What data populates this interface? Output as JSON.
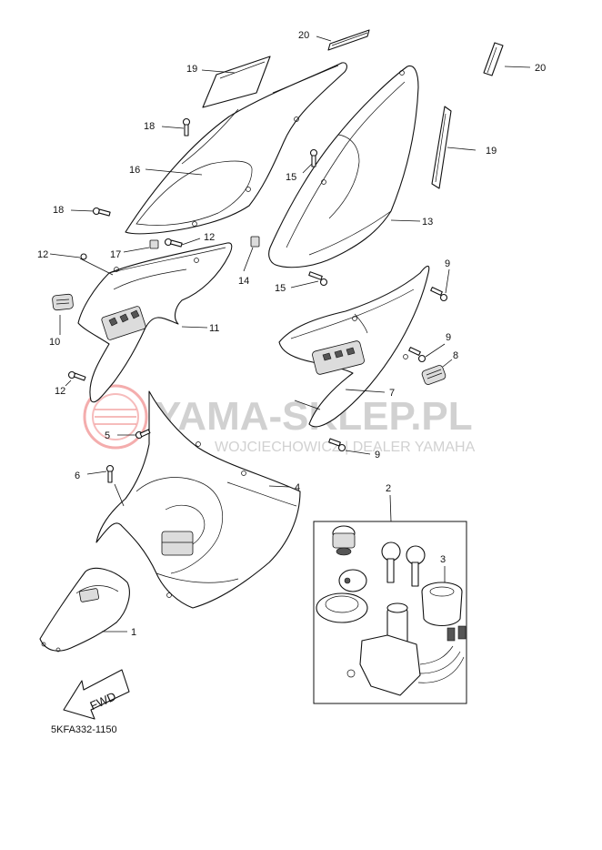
{
  "diagram_code": "5KFA332-1150",
  "arrow_label": "FWD",
  "watermark": {
    "title": "YAMA-SKLEP.PL",
    "subtitle": "WOJCIECHOWICZ | DEALER YAMAHA",
    "logo_color": "#e8504f",
    "text_color": "#c9c9c9"
  },
  "callouts": [
    {
      "id": "c1",
      "label": "1"
    },
    {
      "id": "c2",
      "label": "2"
    },
    {
      "id": "c3",
      "label": "3"
    },
    {
      "id": "c4",
      "label": "4"
    },
    {
      "id": "c5",
      "label": "5"
    },
    {
      "id": "c6",
      "label": "6"
    },
    {
      "id": "c7",
      "label": "7"
    },
    {
      "id": "c8",
      "label": "8"
    },
    {
      "id": "c9a",
      "label": "9"
    },
    {
      "id": "c9b",
      "label": "9"
    },
    {
      "id": "c9c",
      "label": "9"
    },
    {
      "id": "c10",
      "label": "10"
    },
    {
      "id": "c11",
      "label": "11"
    },
    {
      "id": "c12a",
      "label": "12"
    },
    {
      "id": "c12b",
      "label": "12"
    },
    {
      "id": "c12c",
      "label": "12"
    },
    {
      "id": "c13",
      "label": "13"
    },
    {
      "id": "c14",
      "label": "14"
    },
    {
      "id": "c15a",
      "label": "15"
    },
    {
      "id": "c15b",
      "label": "15"
    },
    {
      "id": "c16",
      "label": "16"
    },
    {
      "id": "c17",
      "label": "17"
    },
    {
      "id": "c18a",
      "label": "18"
    },
    {
      "id": "c18b",
      "label": "18"
    },
    {
      "id": "c19a",
      "label": "19"
    },
    {
      "id": "c19b",
      "label": "19"
    },
    {
      "id": "c20a",
      "label": "20"
    },
    {
      "id": "c20b",
      "label": "20"
    }
  ]
}
